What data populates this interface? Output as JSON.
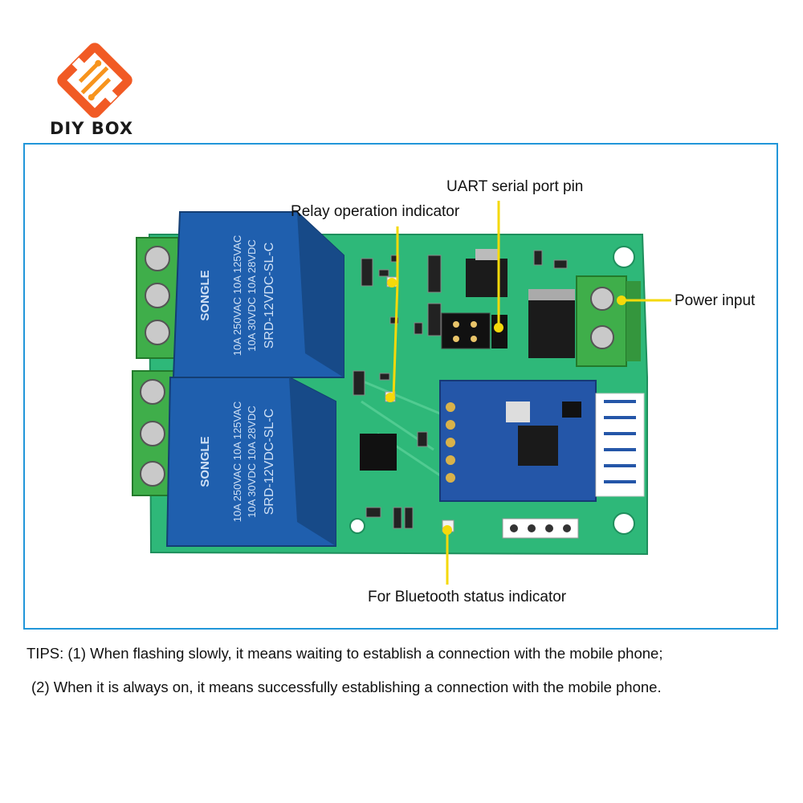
{
  "brand": {
    "name": "DIY BOX",
    "primary_color": "#f15a24",
    "secondary_color": "#f7941d"
  },
  "frame": {
    "border_color": "#2196d9"
  },
  "board": {
    "relay_top": {
      "brand": "SONGLE",
      "model": "SRD-12VDC-SL-C",
      "rating1": "10A 250VAC 10A 125VAC",
      "rating2": "10A 30VDC 10A 28VDC"
    },
    "relay_bottom": {
      "brand": "SONGLE",
      "model": "SRD-12VDC-SL-C",
      "rating1": "10A 250VAC 10A 125VAC",
      "rating2": "10A 30VDC 10A 28VDC"
    },
    "pcb_color": "#2eb879",
    "relay_color": "#1f5fae",
    "terminal_color": "#3fae4a",
    "bt_module_color": "#2456a8"
  },
  "callouts": {
    "uart": "UART serial port pin",
    "relay": "Relay operation indicator",
    "power": "Power input",
    "bluetooth": "For Bluetooth status indicator",
    "line_color": "#f5d90a"
  },
  "tips": {
    "line1": "TIPS: (1) When flashing slowly, it means waiting to establish a connection with the mobile phone;",
    "line2": "(2) When it is always on, it means successfully establishing a connection with the mobile phone."
  }
}
